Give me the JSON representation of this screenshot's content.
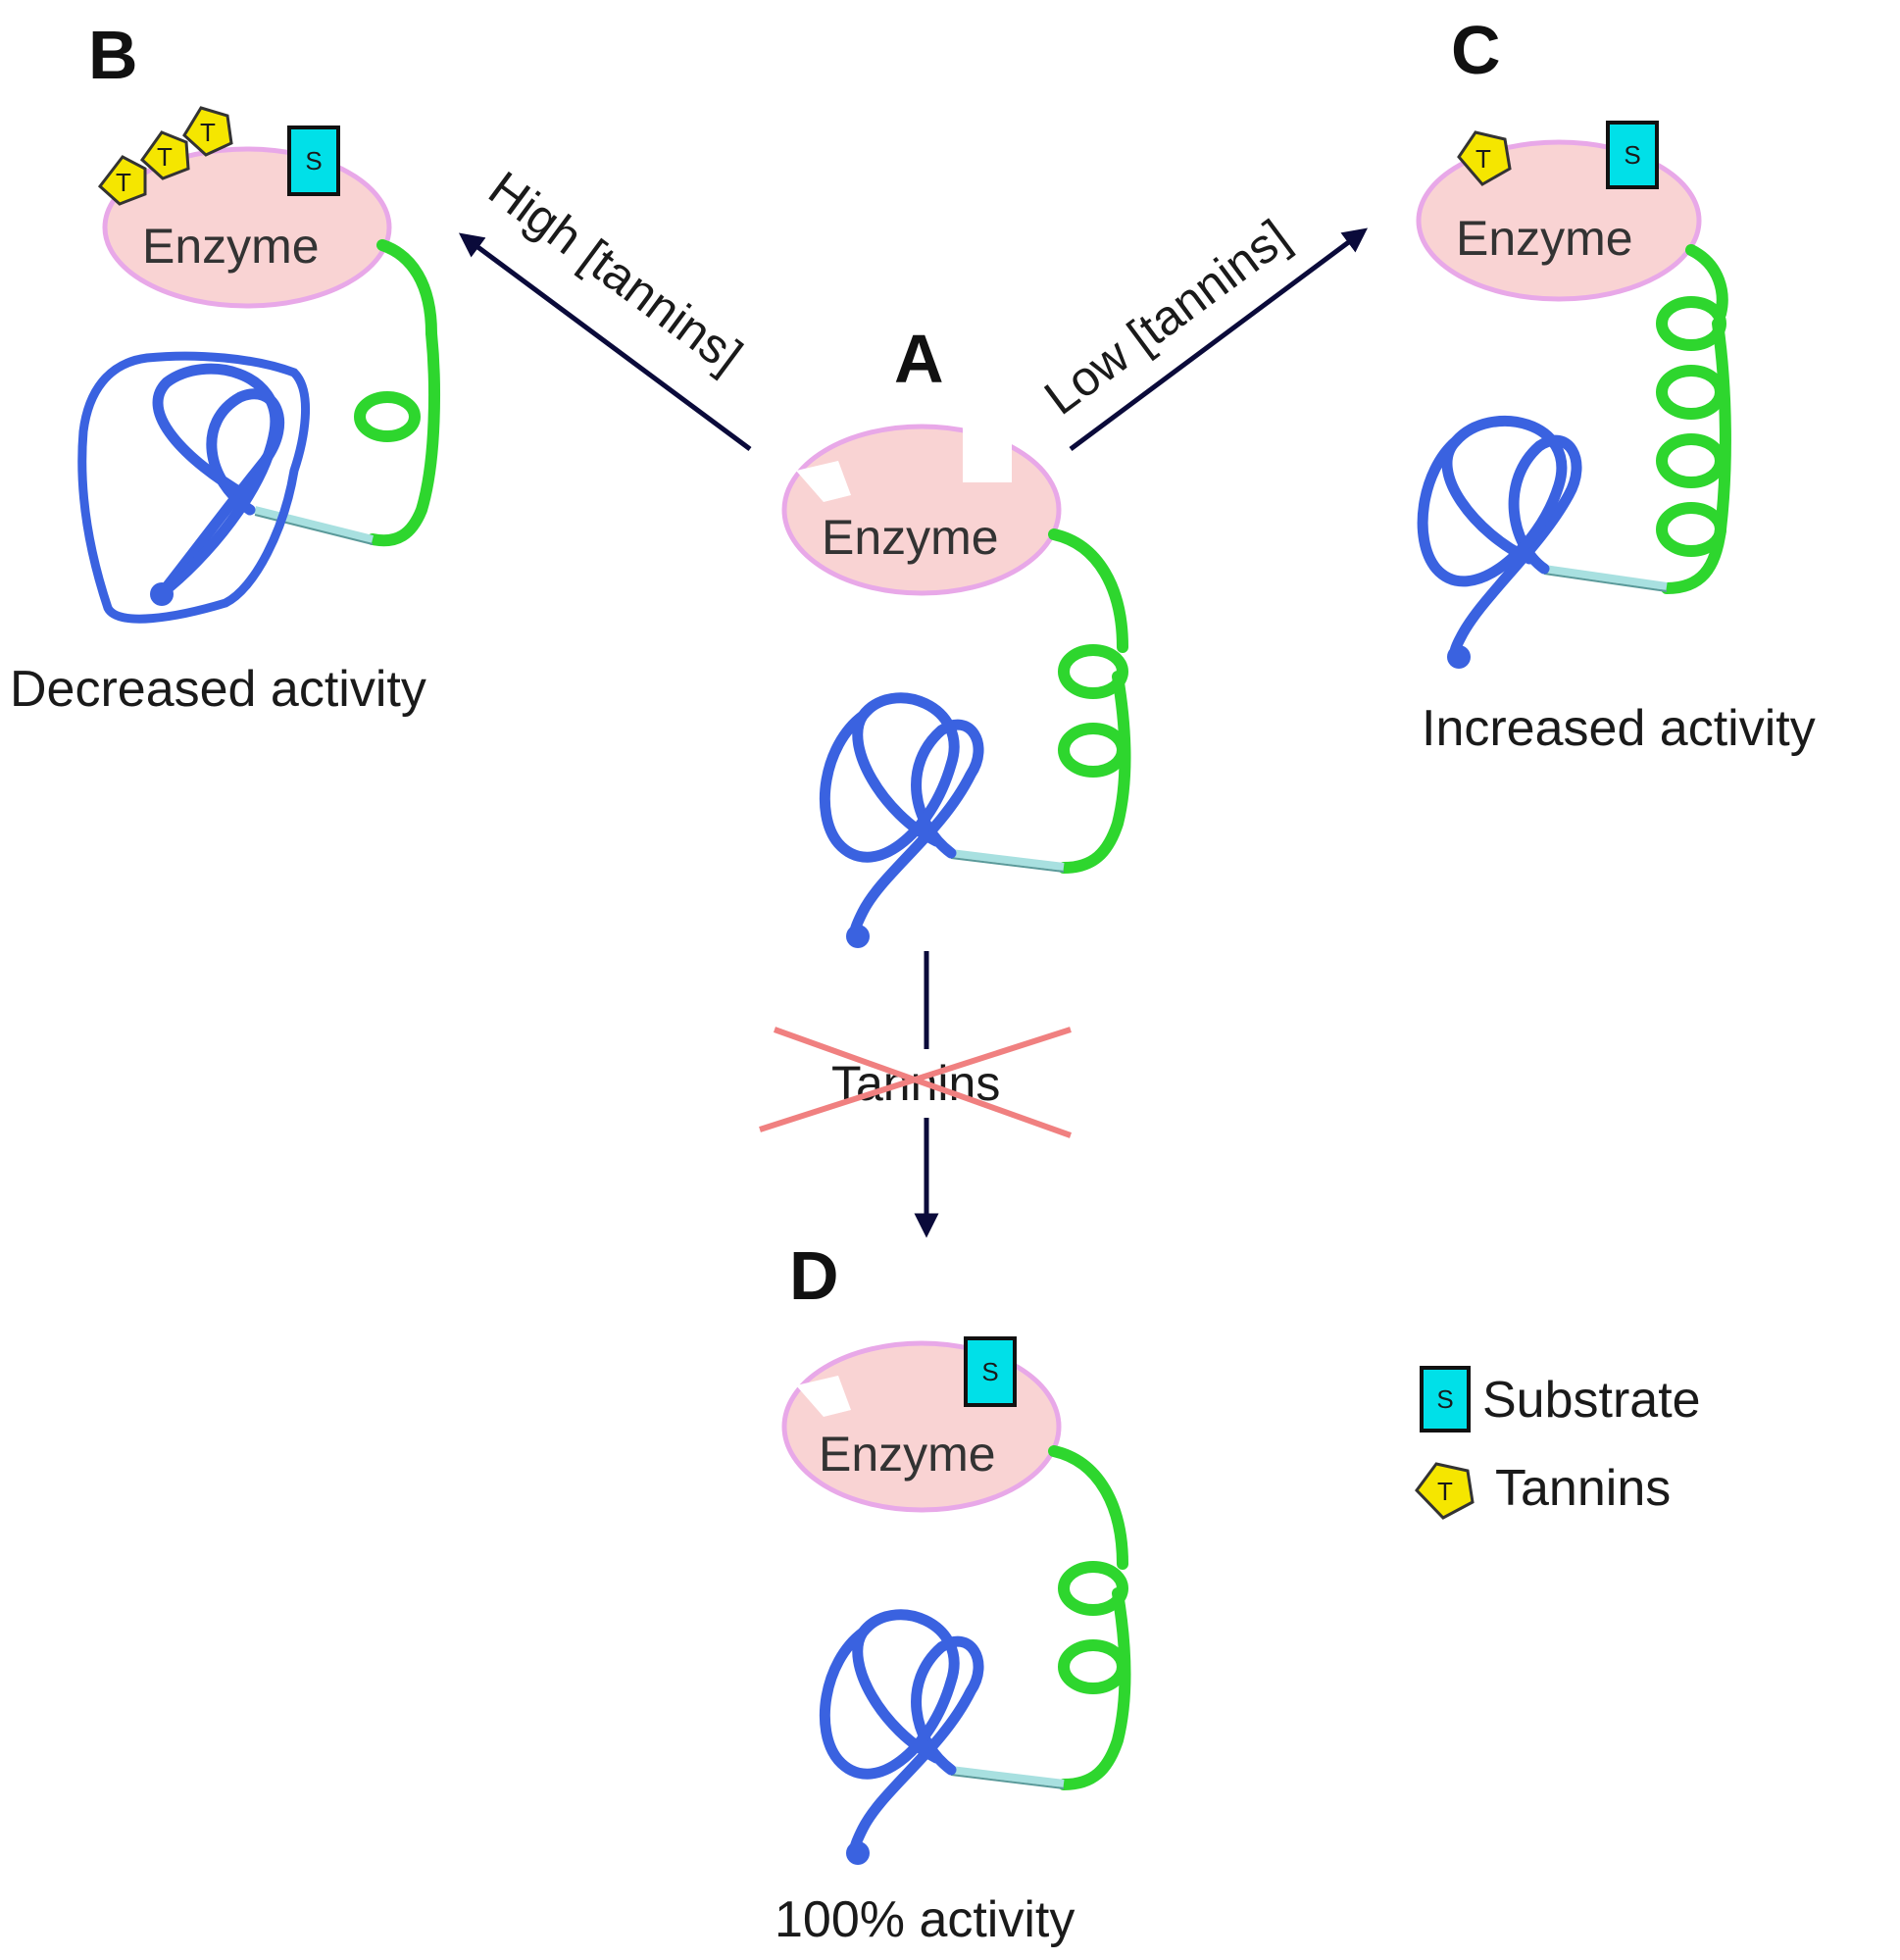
{
  "panels": {
    "a": {
      "letter": "A",
      "enzyme_label": "Enzyme"
    },
    "b": {
      "letter": "B",
      "enzyme_label": "Enzyme",
      "caption": "Decreased activity"
    },
    "c": {
      "letter": "C",
      "enzyme_label": "Enzyme",
      "caption": "Increased activity"
    },
    "d": {
      "letter": "D",
      "enzyme_label": "Enzyme",
      "caption": "100% activity"
    }
  },
  "arrows": {
    "high": "High [tannins]",
    "low": "Low [tannins]",
    "none": "Tannins"
  },
  "icons": {
    "substrate_letter": "S",
    "tannin_letter": "T"
  },
  "legend": {
    "substrate": "Substrate",
    "tannins": "Tannins"
  },
  "colors": {
    "enzyme_fill": "#f9d3d3",
    "enzyme_outline": "#e8a8e8",
    "substrate_fill": "#00e0e8",
    "tannin_fill": "#f5e600",
    "helix": "#2ed62e",
    "loop": "#3a62e0",
    "strand": "#a8e0e0",
    "arrow": "#0a0a3a",
    "cross": "#f08080"
  }
}
